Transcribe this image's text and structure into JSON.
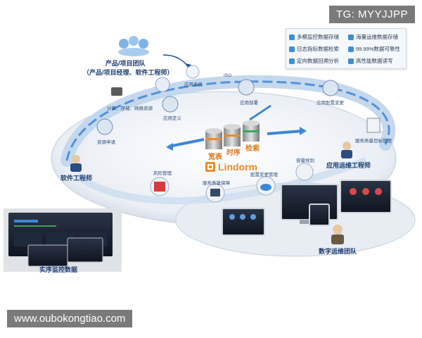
{
  "watermark_top": "TG: MYYJJPP",
  "watermark_bottom": "www.oubokongtiao.com",
  "legend": [
    {
      "label": "多模监控数据存储"
    },
    {
      "label": "海量运维数据存储"
    },
    {
      "label": "日志指标数据检索"
    },
    {
      "label": "99.99%数据可靠性"
    },
    {
      "label": "定向数据回溯分析"
    },
    {
      "label": "高性能数据读写"
    }
  ],
  "product_team": {
    "title": "产品/项目团队",
    "subtitle": "（产品/项目经理、软件工程师）"
  },
  "ring_labels": {
    "app_system": "应用系统",
    "iso": "ISO",
    "compute_storage": "计算、存储、网络资源",
    "app_definition": "应用定义",
    "app_deploy": "应用部署",
    "app_config": "应用配置变更",
    "resource_request": "资源申请",
    "service_quality_target": "服务质量目标管理"
  },
  "roles": {
    "software_engineer": "软件工程师",
    "app_ops_engineer": "应用运维工程师",
    "digital_ops_team": "数字运维团队"
  },
  "core": {
    "kuanbiao": "宽表",
    "shixu": "时序",
    "jiansuo": "检索",
    "product": "Lindorm"
  },
  "inner_labels": {
    "risk": "风险管理",
    "sqa": "服务质量保障",
    "config_change": "配置变更管理",
    "capacity": "容量规划"
  },
  "monitor_label": "实序监控数据",
  "colors": {
    "accent": "#f08a24",
    "title": "#1f3f73",
    "ring": "#dde6f1"
  }
}
